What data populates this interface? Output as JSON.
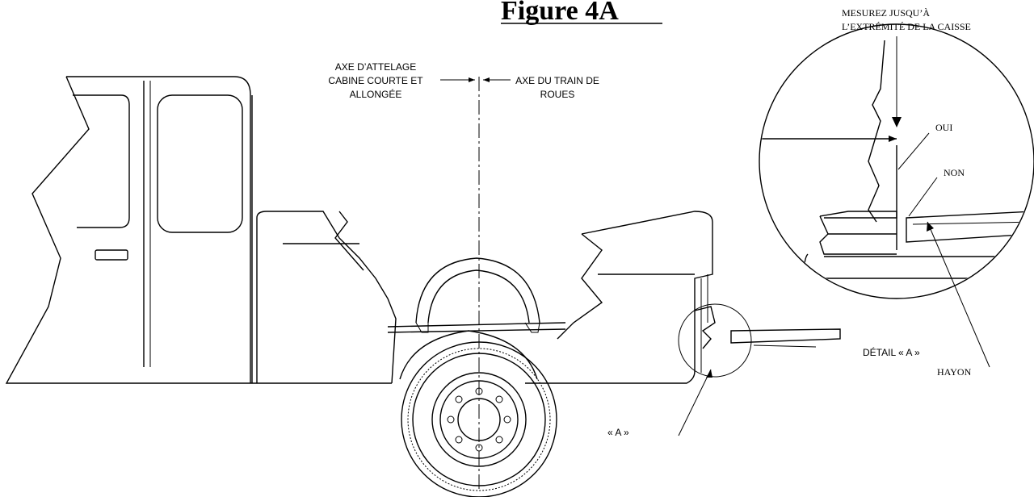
{
  "figure": {
    "title": "Figure 4A",
    "labels": {
      "hitch_axis_line1": "AXE D’ATTELAGE",
      "hitch_axis_line2": "CABINE COURTE ET",
      "hitch_axis_line3": "ALLONGÉE",
      "wheel_axis_line1": "AXE DU TRAIN DE",
      "wheel_axis_line2": "ROUES",
      "measure_line1": "MESUREZ JUSQU’À",
      "measure_line2": "L’EXTRÉMITÉ DE LA CAISSE",
      "oui": "OUI",
      "non": "NON",
      "hayon": "HAYON",
      "detail_a": "DÉTAIL « A »",
      "a_marker": "« A »"
    }
  }
}
